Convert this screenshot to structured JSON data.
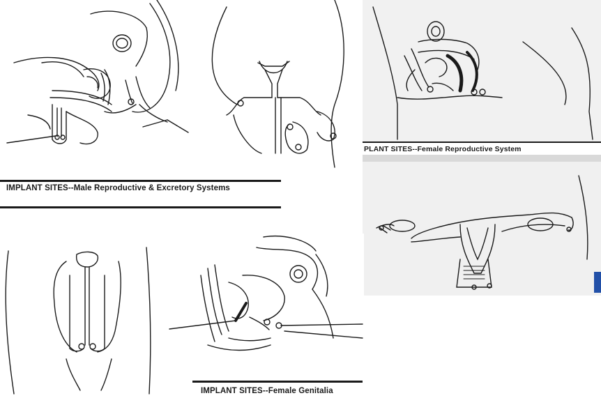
{
  "captions": {
    "male": "IMPLANT SITES--Male Reproductive & Excretory Systems",
    "female_repro": "PLANT SITES--Female Reproductive System",
    "female_genitalia": "IMPLANT SITES--Female Genitalia"
  },
  "colors": {
    "ink": "#1a1a1a",
    "scan_grey": "#f0f0f0",
    "accent_blue": "#2d5aa7"
  }
}
